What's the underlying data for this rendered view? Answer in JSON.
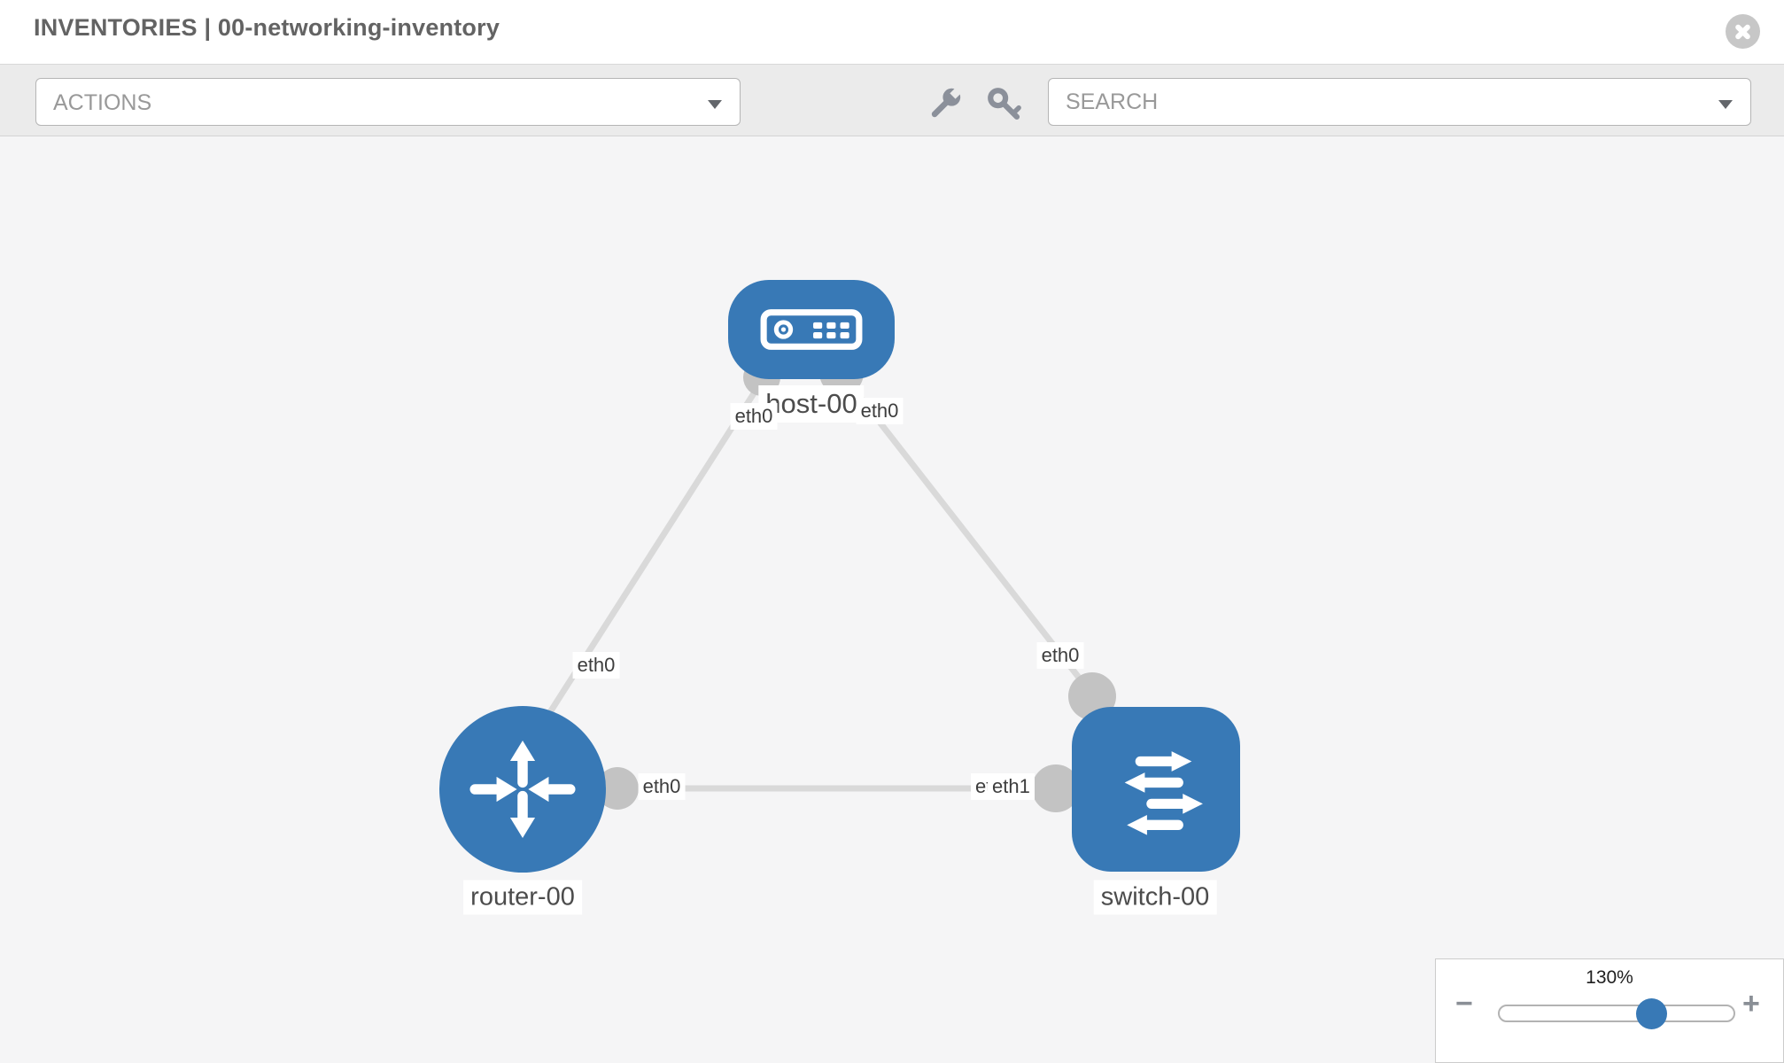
{
  "header": {
    "title": "INVENTORIES | 00-networking-inventory"
  },
  "toolbar": {
    "actions": {
      "placeholder": "ACTIONS"
    },
    "search": {
      "placeholder": "SEARCH"
    },
    "tools": [
      {
        "icon": "wrench-icon"
      },
      {
        "icon": "key-icon"
      }
    ]
  },
  "diagram": {
    "nodes": [
      {
        "id": "host-00",
        "label": "host-00",
        "type": "host"
      },
      {
        "id": "router-00",
        "label": "router-00",
        "type": "router"
      },
      {
        "id": "switch-00",
        "label": "switch-00",
        "type": "switch"
      }
    ],
    "links": [
      {
        "source": "router-00",
        "target": "host-00",
        "source_interface": "eth0",
        "target_interface": "eth0"
      },
      {
        "source": "host-00",
        "target": "switch-00",
        "source_interface": "eth0",
        "target_interface": "eth0"
      },
      {
        "source": "router-00",
        "target": "switch-00",
        "source_interface": "eth0",
        "target_interface": "eth1",
        "occluded_interface_label": "eth0"
      }
    ]
  },
  "zoom_control": {
    "level": "130%",
    "minus": "−",
    "plus": "+"
  },
  "colors": {
    "node_blue": "#3879b6",
    "link_gray": "#d9d9d9",
    "connector_gray": "#c3c3c3"
  }
}
